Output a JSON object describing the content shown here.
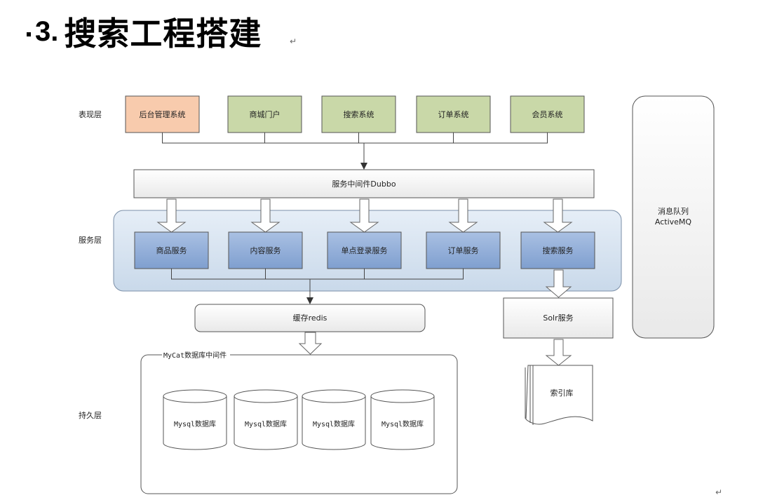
{
  "title": {
    "number": "3.",
    "text": "搜索工程搭建",
    "para_mark": "↵"
  },
  "layers": {
    "presentation": "表现层",
    "service": "服务层",
    "persistence": "持久层"
  },
  "presentation_systems": [
    "后台管理系统",
    "商城门户",
    "搜索系统",
    "订单系统",
    "会员系统"
  ],
  "middleware": "服务中间件Dubbo",
  "services": [
    "商品服务",
    "内容服务",
    "单点登录服务",
    "订单服务",
    "搜索服务"
  ],
  "cache": "缓存redis",
  "solr": "Solr服务",
  "index": "索引库",
  "mycat": "MyCat数据库中间件",
  "databases": [
    "Mysql数据库",
    "Mysql数据库",
    "Mysql数据库",
    "Mysql数据库"
  ],
  "mq": {
    "line1": "消息队列",
    "line2": "ActiveMQ"
  },
  "colors": {
    "orange": "#f8cbad",
    "green": "#c9d8a8",
    "blue": "#8eaad6",
    "service_layer": "#d6e2ef",
    "white_box": "#fafafa",
    "stroke": "#555555"
  },
  "end_mark": "↵"
}
